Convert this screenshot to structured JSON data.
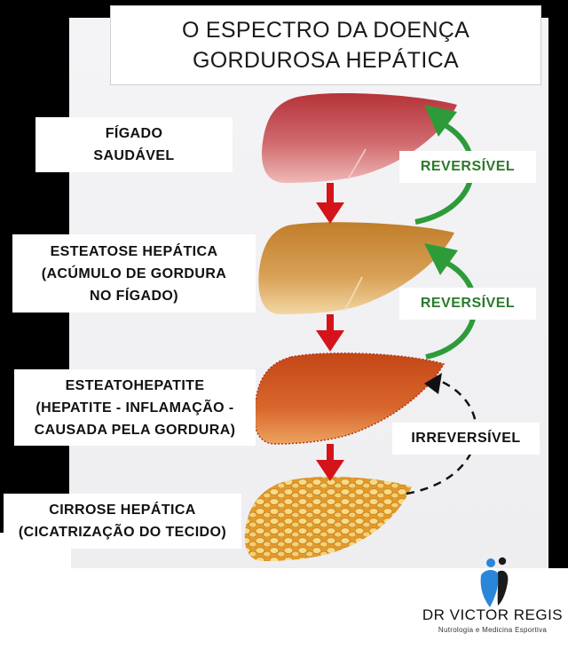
{
  "title": {
    "line1": "O ESPECTRO DA DOENÇA",
    "line2": "GORDUROSA HEPÁTICA"
  },
  "stages": [
    {
      "lines": [
        "FÍGADO",
        "SAUDÁVEL"
      ]
    },
    {
      "lines": [
        "ESTEATOSE HEPÁTICA",
        "(ACÚMULO DE GORDURA",
        "NO FÍGADO)"
      ]
    },
    {
      "lines": [
        "ESTEATOHEPATITE",
        "(HEPATITE  - INFLAMAÇÃO -",
        "CAUSADA PELA GORDURA)"
      ]
    },
    {
      "lines": [
        "CIRROSE HEPÁTICA",
        "(CICATRIZAÇÃO DO TECIDO)"
      ]
    }
  ],
  "transitions": [
    {
      "label": "REVERSÍVEL",
      "color": "#2a7a2a"
    },
    {
      "label": "REVERSÍVEL",
      "color": "#2a7a2a"
    },
    {
      "label": "IRREVERSÍVEL",
      "color": "#111111"
    }
  ],
  "colors": {
    "progression_arrow": "#d4141a",
    "reversible_arrow": "#2e9b3a",
    "irreversible_arrow": "#111111",
    "liver_healthy": "#c0454a",
    "liver_steatosis": "#c98a2e",
    "liver_steatohepatitis": "#c9501c",
    "liver_cirrhosis": "#e0a32c",
    "logo_blue": "#2a86d8"
  },
  "brand": {
    "name": "DR VICTOR REGIS",
    "subtitle": "Nutrologia e Medicina Esportiva"
  }
}
